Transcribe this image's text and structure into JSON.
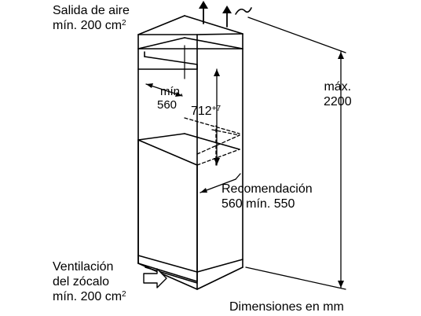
{
  "labels": {
    "air_outlet_line1": "Salida de aire",
    "air_outlet_line2": "mín. 200 cm",
    "air_outlet_sup": "2",
    "niche_width_line1": "mín.",
    "niche_width_line2": "560",
    "niche_height": "712",
    "niche_height_tol": "+7",
    "max_height_line1": "máx.",
    "max_height_line2": "2200",
    "recommendation_line1": "Recomendación",
    "recommendation_line2": "560 mín. 550",
    "plinth_vent_line1": "Ventilación",
    "plinth_vent_line2": "del zócalo",
    "plinth_vent_line3": "mín. 200 cm",
    "plinth_vent_sup": "2",
    "units_caption": "Dimensiones en mm"
  },
  "colors": {
    "line": "#000000",
    "background": "#ffffff"
  }
}
